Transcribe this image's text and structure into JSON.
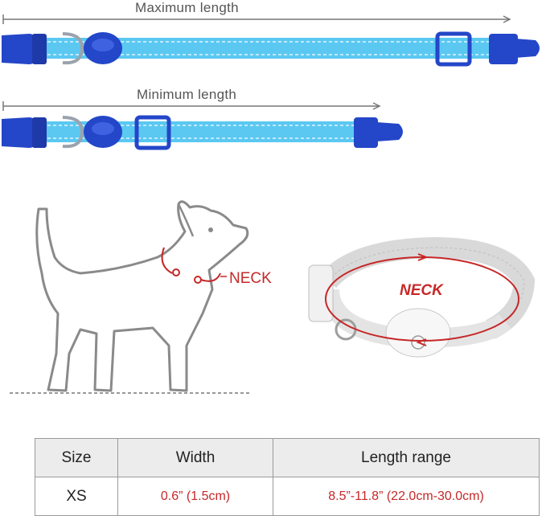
{
  "collar_max": {
    "label": "Maximum length"
  },
  "collar_min": {
    "label": "Minimum length"
  },
  "dog_figure": {
    "neck_label": "NECK"
  },
  "collar_figure": {
    "neck_label": "NECK"
  },
  "size_table": {
    "headers": [
      "Size",
      "Width",
      "Length range"
    ],
    "rows": [
      {
        "size": "XS",
        "width": "0.6” (1.5cm)",
        "length": "8.5”-11.8” (22.0cm-30.0cm)"
      }
    ]
  },
  "colors": {
    "strap": "#5bc8f2",
    "buckle": "#2446c8",
    "accent_red": "#c62828",
    "outline_gray": "#8a8a8a"
  }
}
